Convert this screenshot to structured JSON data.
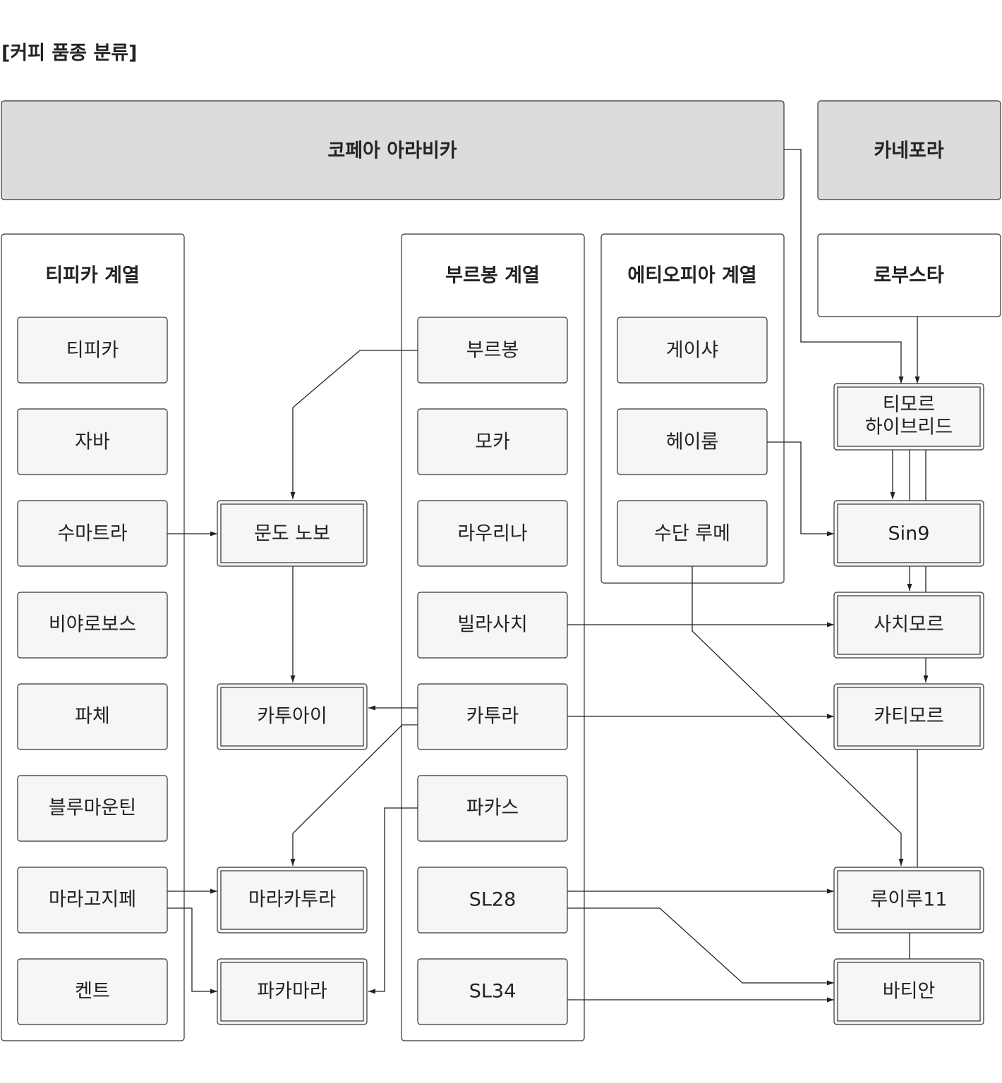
{
  "title": "[커피 품종 분류]",
  "headers": {
    "arabica": "코페아 아라비카",
    "canephora": "카네포라"
  },
  "groups": {
    "typica": "티피카 계열",
    "bourbon": "부르봉 계열",
    "ethiopia": "에티오피아 계열",
    "robusta": "로부스타"
  },
  "nodes": {
    "typica": "티피카",
    "java": "자바",
    "sumatra": "수마트라",
    "villalobos": "비야로보스",
    "pache": "파체",
    "bluemountain": "블루마운틴",
    "maragogype": "마라고지페",
    "kent": "켄트",
    "mundonovo": "문도 노보",
    "catuai": "카투아이",
    "maracaturra": "마라카투라",
    "pacamara": "파카마라",
    "bourbon": "부르봉",
    "mocha": "모카",
    "laurina": "라우리나",
    "villasarchi": "빌라사치",
    "caturra": "카투라",
    "pacas": "파카스",
    "sl28": "SL28",
    "sl34": "SL34",
    "geisha": "게이샤",
    "heirloom": "헤이룸",
    "sudanrume": "수단 루메",
    "timor_line1": "티모르",
    "timor_line2": "하이브리드",
    "sin9": "Sin9",
    "sarchimor": "사치모르",
    "catimor": "카티모르",
    "ruiru11": "루이루11",
    "batian": "바티안"
  }
}
